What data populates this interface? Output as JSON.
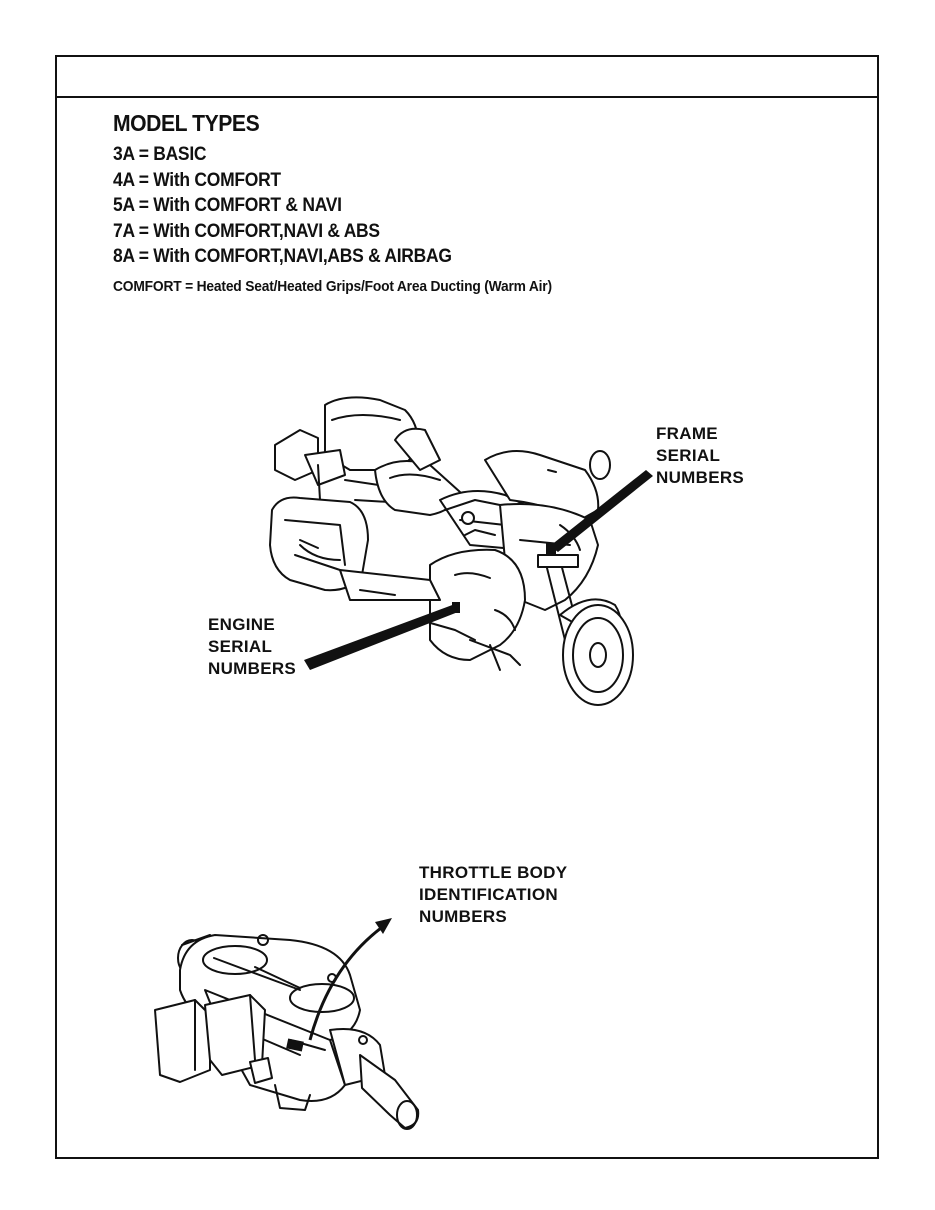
{
  "model_types": {
    "title": "MODEL TYPES",
    "items": [
      "3A = BASIC",
      "4A = With COMFORT",
      "5A = With COMFORT & NAVI",
      "7A = With COMFORT,NAVI & ABS",
      "8A = With COMFORT,NAVI,ABS & AIRBAG"
    ],
    "comfort_note": "COMFORT = Heated Seat/Heated Grips/Foot Area Ducting (Warm Air)"
  },
  "callouts": {
    "frame": [
      "FRAME",
      "SERIAL",
      "NUMBERS"
    ],
    "engine": [
      "ENGINE",
      "SERIAL",
      "NUMBERS"
    ],
    "throttle": [
      "THROTTLE BODY",
      "IDENTIFICATION",
      "NUMBERS"
    ]
  }
}
